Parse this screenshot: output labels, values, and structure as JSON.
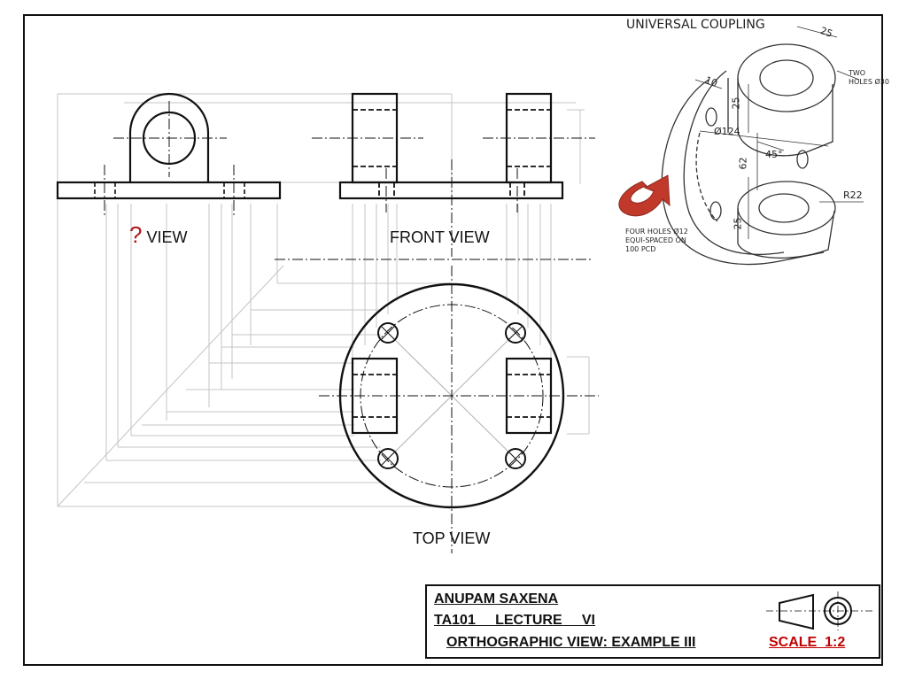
{
  "views": {
    "side_view": {
      "question_mark": "?",
      "label": "VIEW"
    },
    "front_view": {
      "label": "FRONT VIEW"
    },
    "top_view": {
      "label": "TOP VIEW"
    }
  },
  "isometric": {
    "title": "UNIVERSAL COUPLING",
    "dims": {
      "d25_top": "25",
      "d10": "10",
      "d25_left": "25",
      "phi124": "Ø124",
      "d62": "62",
      "d45": "45°",
      "r22": "R22",
      "d25_bottom": "25"
    },
    "notes": {
      "two_holes": [
        "TWO",
        "HOLES Ø30"
      ],
      "four_holes": [
        "FOUR HOLES Ø12",
        "EQUI-SPACED ON",
        "100 PCD"
      ]
    }
  },
  "title_block": {
    "author": "ANUPAM SAXENA",
    "course": "TA101     LECTURE     VI",
    "subject": "ORTHOGRAPHIC VIEW: EXAMPLE III",
    "scale": "SCALE  1:2"
  },
  "colors": {
    "question_mark": "#b01818",
    "scale_text": "#c00000",
    "rotate_arrow": "#c0392b",
    "construction_lines": "#c4c4c4"
  }
}
